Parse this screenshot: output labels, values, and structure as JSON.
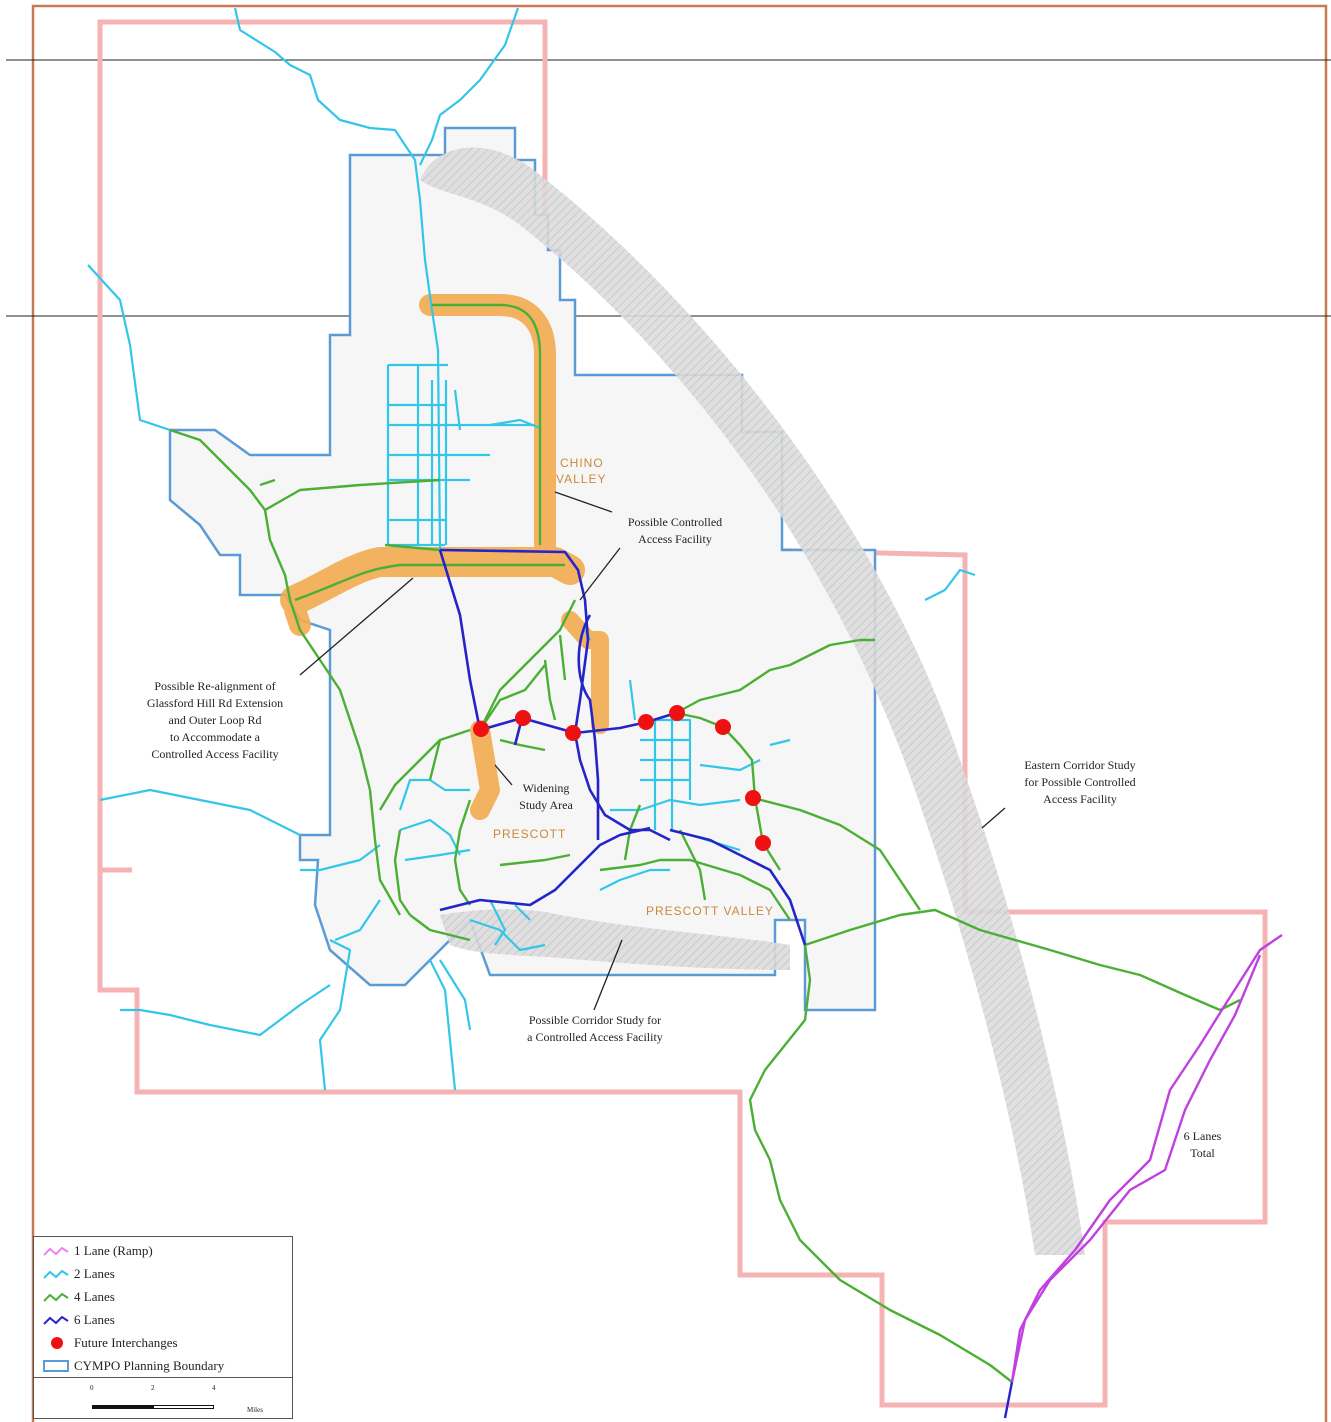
{
  "places": {
    "chino_valley_1": "CHINO",
    "chino_valley_2": "VALLEY",
    "prescott": "PRESCOTT",
    "prescott_valley": "PRESCOTT VALLEY"
  },
  "annotations": {
    "controlled_access": "Possible Controlled\nAccess Facility",
    "realignment": "Possible Re-alignment of\nGlassford Hill Rd Extension\nand Outer Loop Rd\nto Accommodate a\nControlled Access Facility",
    "widening": "Widening\nStudy Area",
    "eastern_corridor": "Eastern Corridor Study\nfor Possible Controlled\nAccess Facility",
    "corridor_study": "Possible Corridor Study for\na Controlled Access Facility",
    "six_lanes_total": "6 Lanes\nTotal"
  },
  "legend": {
    "items": [
      {
        "label": "1 Lane (Ramp)",
        "color": "#ee82ee",
        "kind": "line"
      },
      {
        "label": "2 Lanes",
        "color": "#33c6e8",
        "kind": "line"
      },
      {
        "label": "4 Lanes",
        "color": "#4caf35",
        "kind": "line"
      },
      {
        "label": "6 Lanes",
        "color": "#2424c8",
        "kind": "line"
      },
      {
        "label": "Future Interchanges",
        "color": "#ee1111",
        "kind": "dot"
      },
      {
        "label": "CYMPO Planning Boundary",
        "color": "#5b9bd5",
        "kind": "box"
      }
    ],
    "scale_ticks": [
      "0",
      "2",
      "4"
    ],
    "scale_unit": "Miles"
  },
  "colors": {
    "two_lane": "#33c6e8",
    "four_lane": "#4caf35",
    "six_lane": "#2424c8",
    "ramp": "#c040e0",
    "interchange": "#ee1111",
    "planning_boundary": "#5b9bd5",
    "study_boundary": "#f6b3b3",
    "frame": "#c77a52",
    "highlight": "#f2ab50",
    "corridor": "#d9d9d9"
  }
}
